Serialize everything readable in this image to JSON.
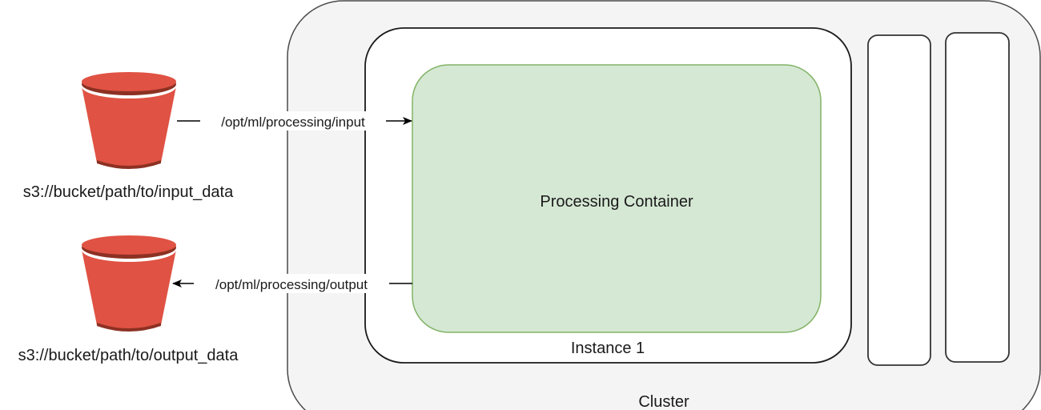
{
  "diagram": {
    "cluster": {
      "label": "Cluster",
      "fill": "#f4f4f4",
      "stroke": "#4a4a4a"
    },
    "instance": {
      "label": "Instance 1",
      "fill": "#ffffff",
      "stroke": "#1a1a1a"
    },
    "container": {
      "label": "Processing Container",
      "fill": "#d5e8d4",
      "stroke": "#82b366"
    },
    "other_instances": [
      {
        "label": ""
      },
      {
        "label": ""
      }
    ],
    "buckets": [
      {
        "label": "s3://bucket/path/to/input_data",
        "color": "#e05243"
      },
      {
        "label": "s3://bucket/path/to/output_data",
        "color": "#e05243"
      }
    ],
    "edges": [
      {
        "label": "/opt/ml/processing/input",
        "from": "input-bucket",
        "to": "processing-container"
      },
      {
        "label": "/opt/ml/processing/output",
        "from": "processing-container",
        "to": "output-bucket"
      }
    ]
  }
}
